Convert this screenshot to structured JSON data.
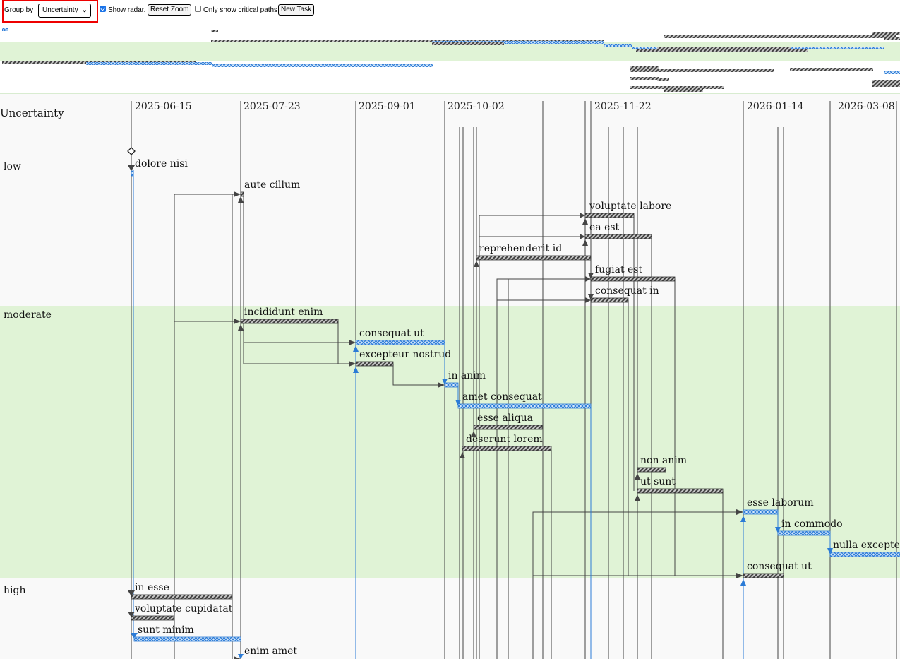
{
  "toolbar": {
    "group_by_label": "Group by",
    "group_by_value": "Uncertainty",
    "show_radar_label": "Show radar.",
    "show_radar_checked": true,
    "reset_zoom_label": "Reset Zoom",
    "critical_paths_label": "Only show critical paths",
    "critical_paths_checked": false,
    "new_task_label": "New Task"
  },
  "gantt": {
    "group_header": "Uncertainty",
    "groups": [
      "low",
      "moderate",
      "high"
    ],
    "date_labels": [
      "2025-06-15",
      "2025-07-23",
      "2025-09-01",
      "2025-10-02",
      "2025-11-22",
      "2026-01-14",
      "2026-03-08"
    ],
    "tasks": [
      {
        "label": "dolore nisi",
        "group": "low",
        "type": "milestone"
      },
      {
        "label": "aute cillum",
        "group": "low",
        "type": "normal"
      },
      {
        "label": "voluptate labore",
        "group": "low",
        "type": "normal"
      },
      {
        "label": "ea est",
        "group": "low",
        "type": "normal"
      },
      {
        "label": "reprehenderit id",
        "group": "low",
        "type": "normal"
      },
      {
        "label": "fugiat est",
        "group": "low",
        "type": "normal"
      },
      {
        "label": "consequat in",
        "group": "low",
        "type": "normal"
      },
      {
        "label": "incididunt enim",
        "group": "moderate",
        "type": "normal"
      },
      {
        "label": "consequat ut",
        "group": "moderate",
        "type": "critical"
      },
      {
        "label": "excepteur nostrud",
        "group": "moderate",
        "type": "normal"
      },
      {
        "label": "in anim",
        "group": "moderate",
        "type": "critical"
      },
      {
        "label": "amet consequat",
        "group": "moderate",
        "type": "critical"
      },
      {
        "label": "esse aliqua",
        "group": "moderate",
        "type": "normal"
      },
      {
        "label": "deserunt lorem",
        "group": "moderate",
        "type": "normal"
      },
      {
        "label": "non anim",
        "group": "moderate",
        "type": "normal"
      },
      {
        "label": "ut sunt",
        "group": "moderate",
        "type": "normal"
      },
      {
        "label": "esse laborum",
        "group": "moderate",
        "type": "critical"
      },
      {
        "label": "in commodo",
        "group": "moderate",
        "type": "critical"
      },
      {
        "label": "nulla excepteur",
        "group": "moderate",
        "type": "critical"
      },
      {
        "label": "consequat ut",
        "group": "moderate",
        "type": "normal"
      },
      {
        "label": "in esse",
        "group": "high",
        "type": "normal"
      },
      {
        "label": "voluptate cupidatat",
        "group": "high",
        "type": "normal"
      },
      {
        "label": "sunt minim",
        "group": "high",
        "type": "critical"
      },
      {
        "label": "enim amet",
        "group": "high",
        "type": "normal"
      }
    ]
  },
  "colors": {
    "normal_bar": "#555555",
    "critical_bar": "#2b7bd6",
    "group_band": "#e0f3d6",
    "plain_band": "#f9f9f9"
  }
}
